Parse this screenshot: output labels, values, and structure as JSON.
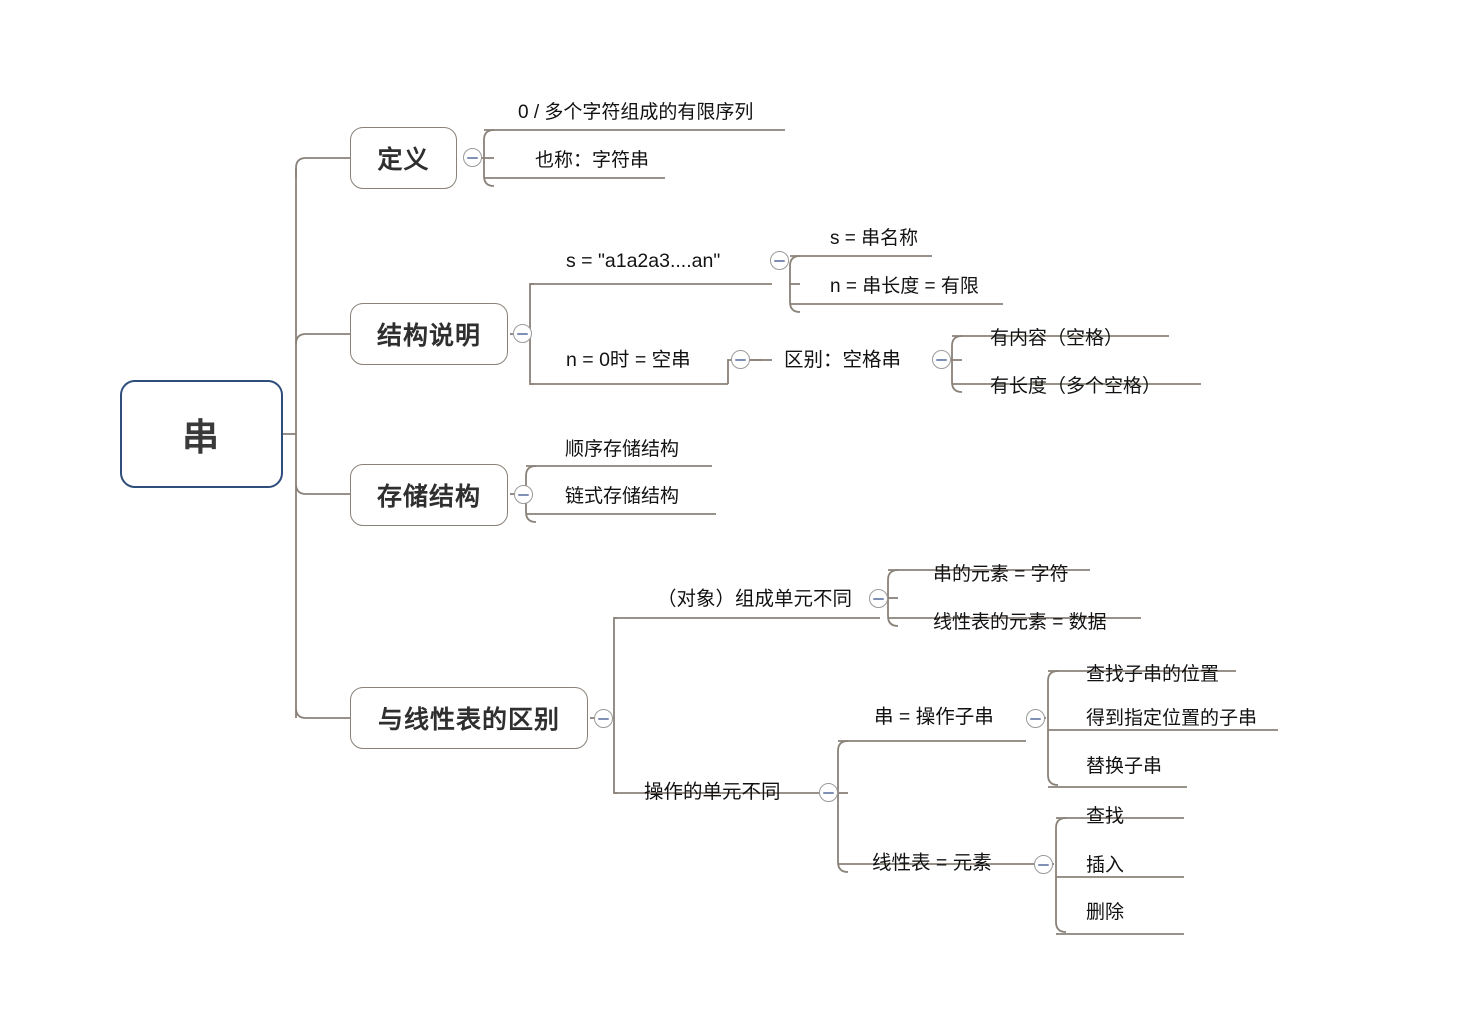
{
  "diagram": {
    "type": "mindmap",
    "title": "串",
    "root": {
      "label": "串"
    },
    "colors": {
      "root_border": "#2E4D7B",
      "branch_border": "#8a8279",
      "connector": "#8a8279",
      "text": "#121212",
      "toggle_minus": "#7f8fb5",
      "background": "#ffffff"
    },
    "branches": [
      {
        "label": "定义",
        "children": [
          {
            "label": "0 / 多个字符组成的有限序列"
          },
          {
            "label": "也称：字符串"
          }
        ]
      },
      {
        "label": "结构说明",
        "children": [
          {
            "label": "s = \"a1a2a3....an\"",
            "children": [
              {
                "label": "s = 串名称"
              },
              {
                "label": "n = 串长度 = 有限"
              }
            ]
          },
          {
            "label": "n = 0时 = 空串",
            "children": [
              {
                "label": "区别：空格串",
                "children": [
                  {
                    "label": "有内容（空格）"
                  },
                  {
                    "label": "有长度（多个空格）"
                  }
                ]
              }
            ]
          }
        ]
      },
      {
        "label": "存储结构",
        "children": [
          {
            "label": "顺序存储结构"
          },
          {
            "label": "链式存储结构"
          }
        ]
      },
      {
        "label": "与线性表的区别",
        "children": [
          {
            "label": "（对象）组成单元不同",
            "children": [
              {
                "label": "串的元素 = 字符"
              },
              {
                "label": "线性表的元素 = 数据"
              }
            ]
          },
          {
            "label": "操作的单元不同",
            "children": [
              {
                "label": "串 = 操作子串",
                "children": [
                  {
                    "label": "查找子串的位置"
                  },
                  {
                    "label": "得到指定位置的子串"
                  },
                  {
                    "label": "替换子串"
                  }
                ]
              },
              {
                "label": "线性表 = 元素",
                "children": [
                  {
                    "label": "查找"
                  },
                  {
                    "label": "插入"
                  },
                  {
                    "label": "删除"
                  }
                ]
              }
            ]
          }
        ]
      }
    ],
    "toggles": [
      {
        "name": "toggle-dingyi"
      },
      {
        "name": "toggle-jiegoushuoming"
      },
      {
        "name": "toggle-s-expr"
      },
      {
        "name": "toggle-n0"
      },
      {
        "name": "toggle-qubie"
      },
      {
        "name": "toggle-cunchu"
      },
      {
        "name": "toggle-duixiang"
      },
      {
        "name": "toggle-caozuo"
      },
      {
        "name": "toggle-chuan-zichuan"
      },
      {
        "name": "toggle-xianxingbiao"
      }
    ]
  }
}
